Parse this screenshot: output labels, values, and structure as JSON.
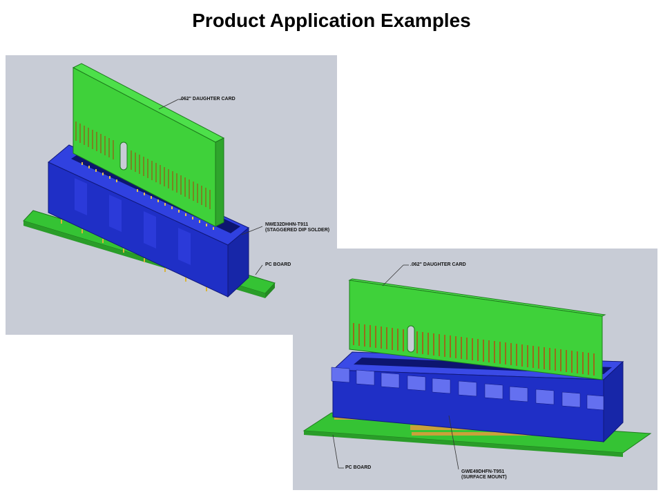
{
  "slide": {
    "title": "Product Application Examples"
  },
  "example1": {
    "daughter_card_label": ".062\" DAUGHTER CARD",
    "connector_part": "NWE32DHHN-T911",
    "connector_mount": "(STAGGERED DIP SOLDER)",
    "board_label": "PC BOARD"
  },
  "example2": {
    "daughter_card_label": ".062\" DAUGHTER CARD",
    "connector_part": "GWE49DHFN-T951",
    "connector_mount": "(SURFACE MOUNT)",
    "board_label": "PC BOARD"
  },
  "colors": {
    "panel_bg": "#c8ccd6",
    "card_green": "#3fd13a",
    "connector_blue": "#1f2fd0",
    "contact_gold": "#b58a2a"
  }
}
